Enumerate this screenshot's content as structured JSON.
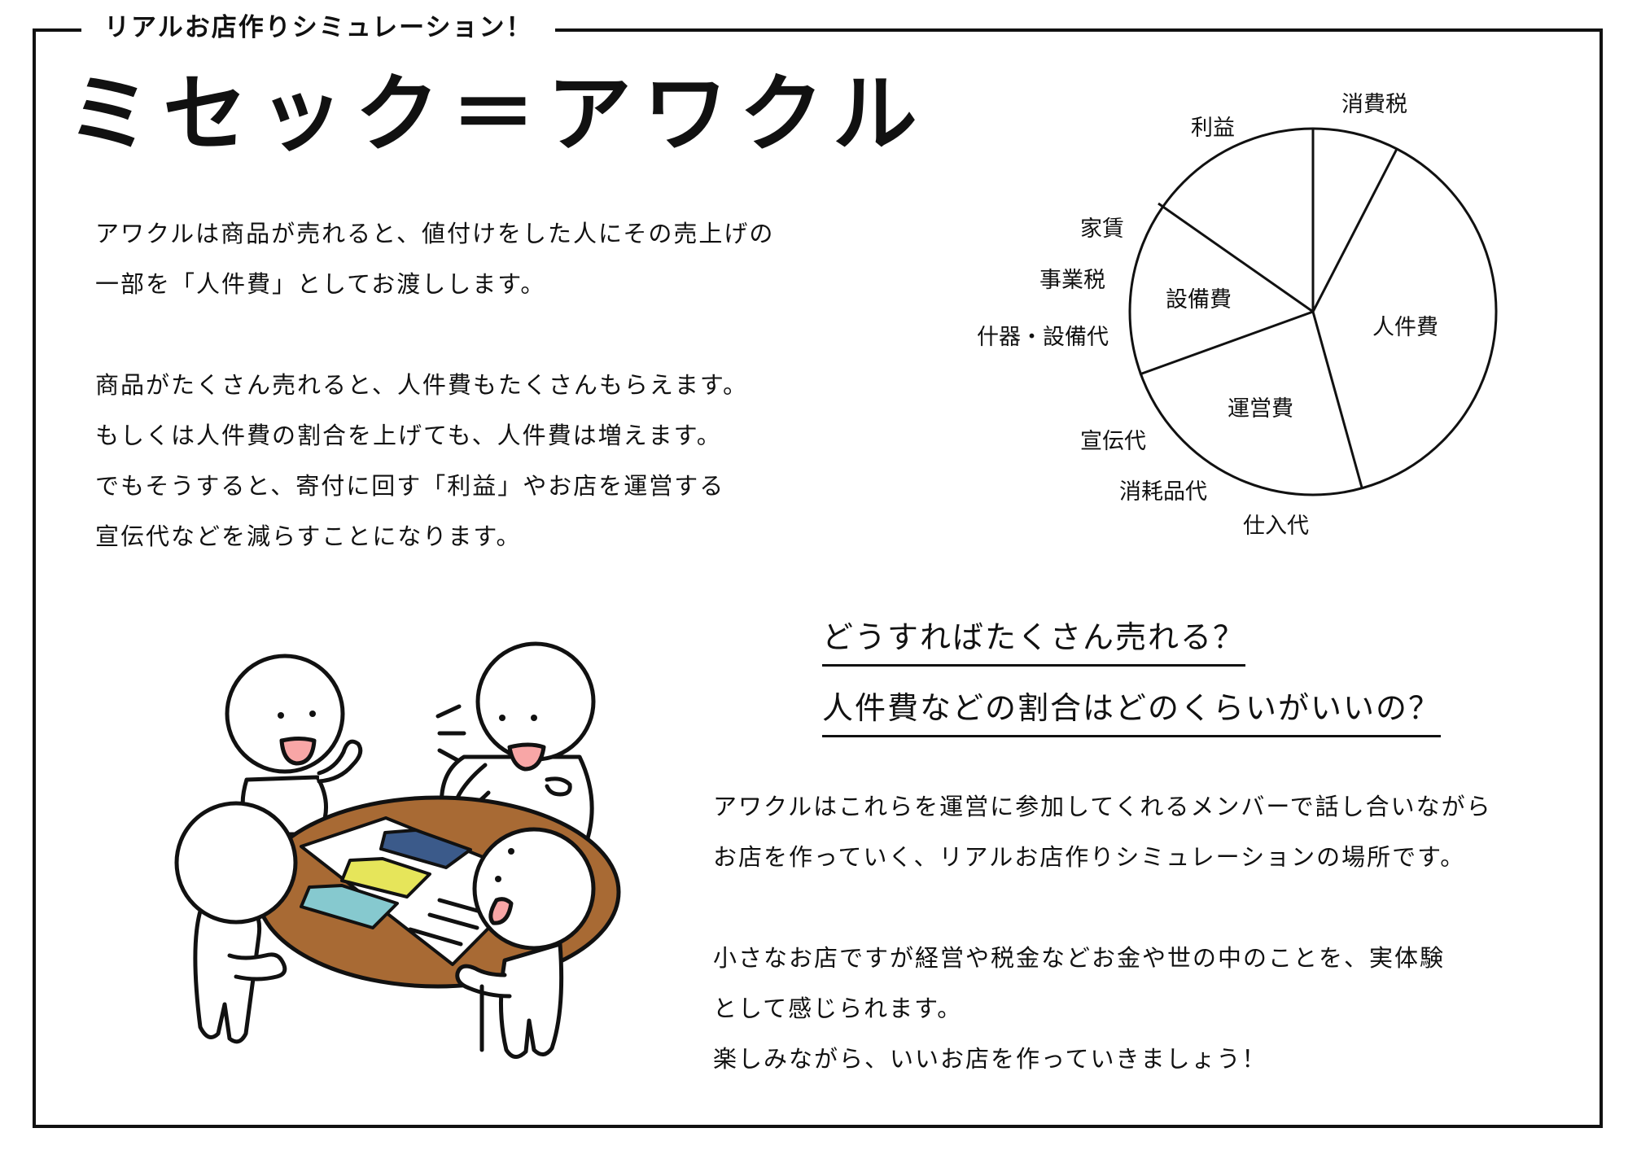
{
  "header": {
    "kicker": "リアルお店作りシミュレーション！",
    "title": "ミセック＝アワクル"
  },
  "intro": {
    "p1": [
      "アワクルは商品が売れると、値付けをした人にその売上げの",
      "一部を「人件費」としてお渡しします。"
    ],
    "p2": [
      "商品がたくさん売れると、人件費もたくさんもらえます。",
      "もしくは人件費の割合を上げても、人件費は増えます。",
      "でもそうすると、寄付に回す「利益」やお店を運営する",
      "宣伝代などを減らすことになります。"
    ]
  },
  "pie": {
    "inner_labels": [
      "人件費",
      "運営費",
      "設備費"
    ],
    "outer_labels": [
      "消費税",
      "利益",
      "家賃",
      "事業税",
      "什器・設備代",
      "宣伝代",
      "消耗品代",
      "仕入代"
    ]
  },
  "questions": {
    "q1": "どうすればたくさん売れる？",
    "q2": "人件費などの割合はどのくらいがいいの？"
  },
  "body": {
    "p3": [
      "アワクルはこれらを運営に参加してくれるメンバーで話し合いながら",
      "お店を作っていく、リアルお店作りシミュレーションの場所です。"
    ],
    "p4": [
      "小さなお店ですが経営や税金などお金や世の中のことを、実体験",
      "として感じられます。",
      "楽しみながら、いいお店を作っていきましょう！"
    ]
  },
  "colors": {
    "table": "#a86a34",
    "card_navy": "#3b5a8a",
    "card_yellow": "#e6e55a",
    "card_teal": "#86c9cf",
    "mouth": "#f8a6a6"
  }
}
